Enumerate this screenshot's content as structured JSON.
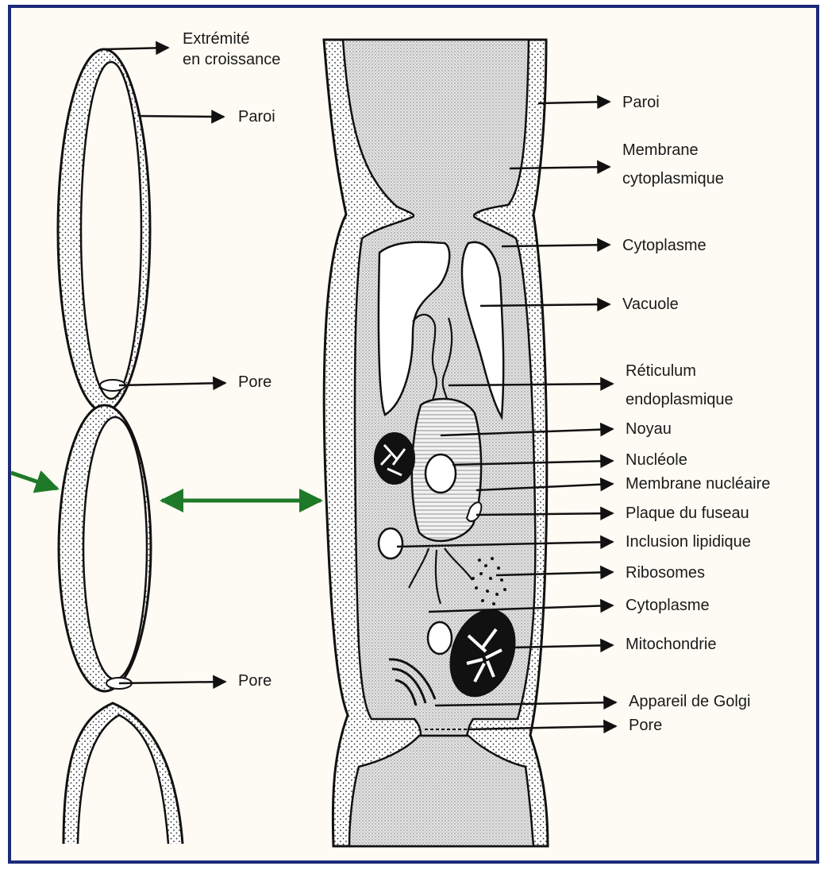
{
  "colors": {
    "frame": "#1d2a78",
    "paper": "#fdfbf3",
    "ink": "#111111",
    "cytoplasm": "#d8d8d8",
    "accent_arrow": "#1e7a28"
  },
  "icons": [
    "arrow-right-icon",
    "double-arrow-icon"
  ],
  "left_labels": {
    "growing_tip_line1": "Extrémité",
    "growing_tip_line2": "en croissance",
    "wall": "Paroi",
    "pore_top": "Pore",
    "pore_bottom": "Pore"
  },
  "right_labels": {
    "wall": "Paroi",
    "cytoplasmic_membrane_line1": "Membrane",
    "cytoplasmic_membrane_line2": "cytoplasmique",
    "cytoplasm_top": "Cytoplasme",
    "vacuole": "Vacuole",
    "er_line1": "Réticulum",
    "er_line2": "endoplasmique",
    "nucleus": "Noyau",
    "nucleolus": "Nucléole",
    "nuclear_membrane": "Membrane nucléaire",
    "spindle_plate": "Plaque du fuseau",
    "lipid_inclusion": "Inclusion lipidique",
    "ribosomes": "Ribosomes",
    "cytoplasm_bottom": "Cytoplasme",
    "mitochondrion": "Mitochondrie",
    "golgi": "Appareil de Golgi",
    "pore": "Pore"
  }
}
